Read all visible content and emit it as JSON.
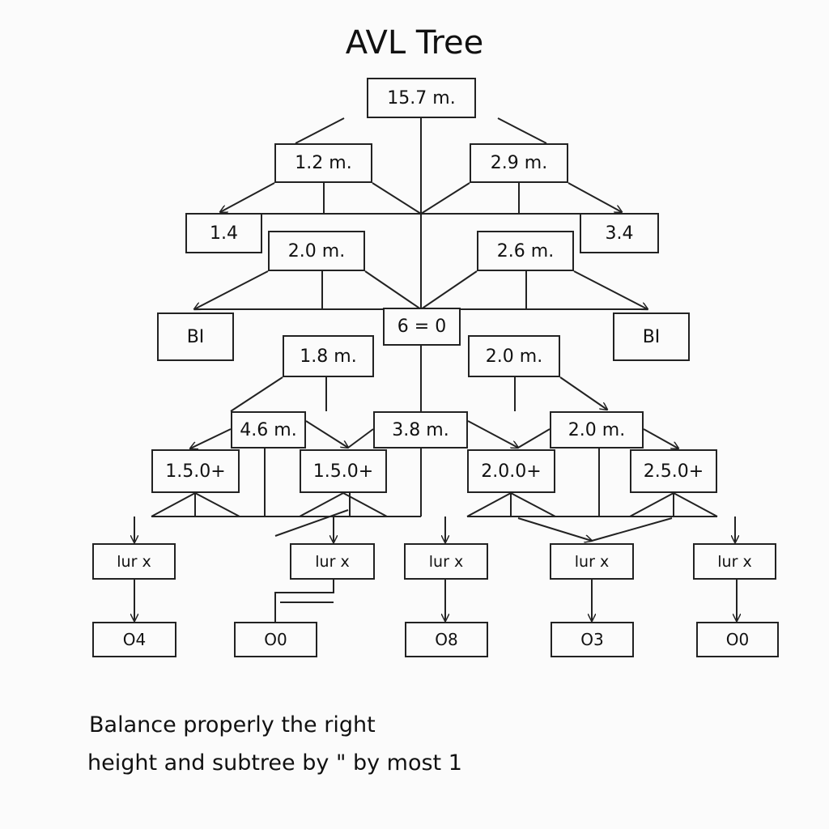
{
  "title": "AVL Tree",
  "nodes": {
    "root": "15.7 m.",
    "l1_left": "1.2 m.",
    "l1_right": "2.9 m.",
    "l2_far_left": "1.4",
    "l2_far_right": "3.4",
    "l2_left": "2.0 m.",
    "l2_right": "2.6 m.",
    "l3_left_leaf": "BI",
    "l3_center": "6 = 0",
    "l3_right_leaf": "BI",
    "l3_left": "1.8 m.",
    "l3_right": "2.0 m.",
    "l4_a": "4.6 m.",
    "l4_b": "3.8 m.",
    "l4_c": "2.0 m.",
    "l5_a": "1.5.0+",
    "l5_b": "1.5.0+",
    "l5_c": "2.0.0+",
    "l5_d": "2.5.0+",
    "l6_a": "lur x",
    "l6_b": "lur x",
    "l6_c": "lur x",
    "l6_d": "lur x",
    "l6_e": "lur x",
    "l7_a": "O4",
    "l7_b": "O0",
    "l7_c": "O8",
    "l7_d": "O3",
    "l7_e": "O0"
  },
  "caption": {
    "line1": "Balance properly the right",
    "line2": "height and subtree by \" by most 1"
  }
}
